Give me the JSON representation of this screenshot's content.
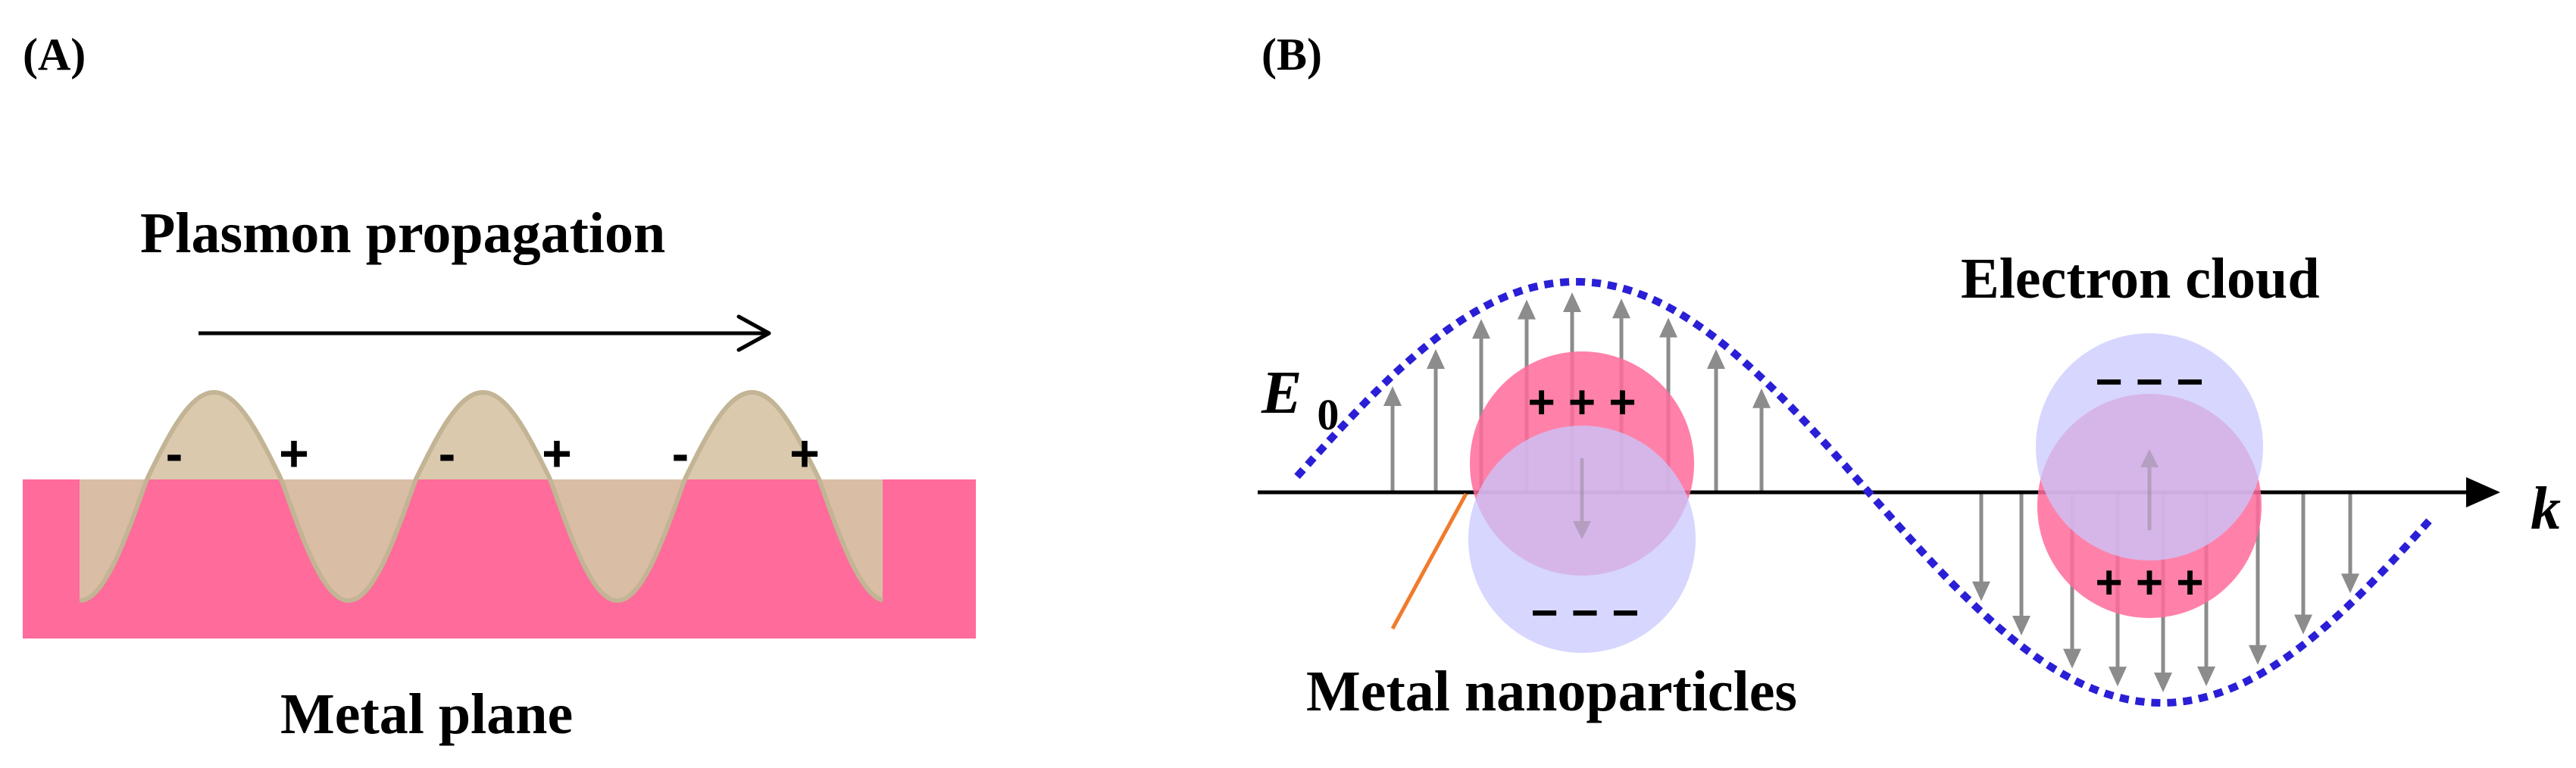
{
  "panel_a": {
    "label": "(A)",
    "title": "Plasmon propagation",
    "plane_label": "Metal plane",
    "charges": [
      "-",
      "+",
      "-",
      "+",
      "-",
      "+"
    ],
    "colors": {
      "metal": "#ff6b9a",
      "wave": "#d7c4a6",
      "wave_stroke": "#c2b494"
    }
  },
  "panel_b": {
    "label": "(B)",
    "field_label": "E",
    "field_subscript": "0",
    "axis_label": "k",
    "cloud_label": "Electron cloud",
    "particle_label": "Metal nanoparticles",
    "particle1": {
      "top_charges": "+ + +",
      "bottom_charges": "− − −"
    },
    "particle2": {
      "top_charges": "− − −",
      "bottom_charges": "+ + +"
    },
    "colors": {
      "wave": "#2a1fd6",
      "arrow": "#8c8c8c",
      "particle": "#ff6b9a",
      "cloud": "#c8c8ff",
      "pointer": "#f07b2c"
    }
  }
}
